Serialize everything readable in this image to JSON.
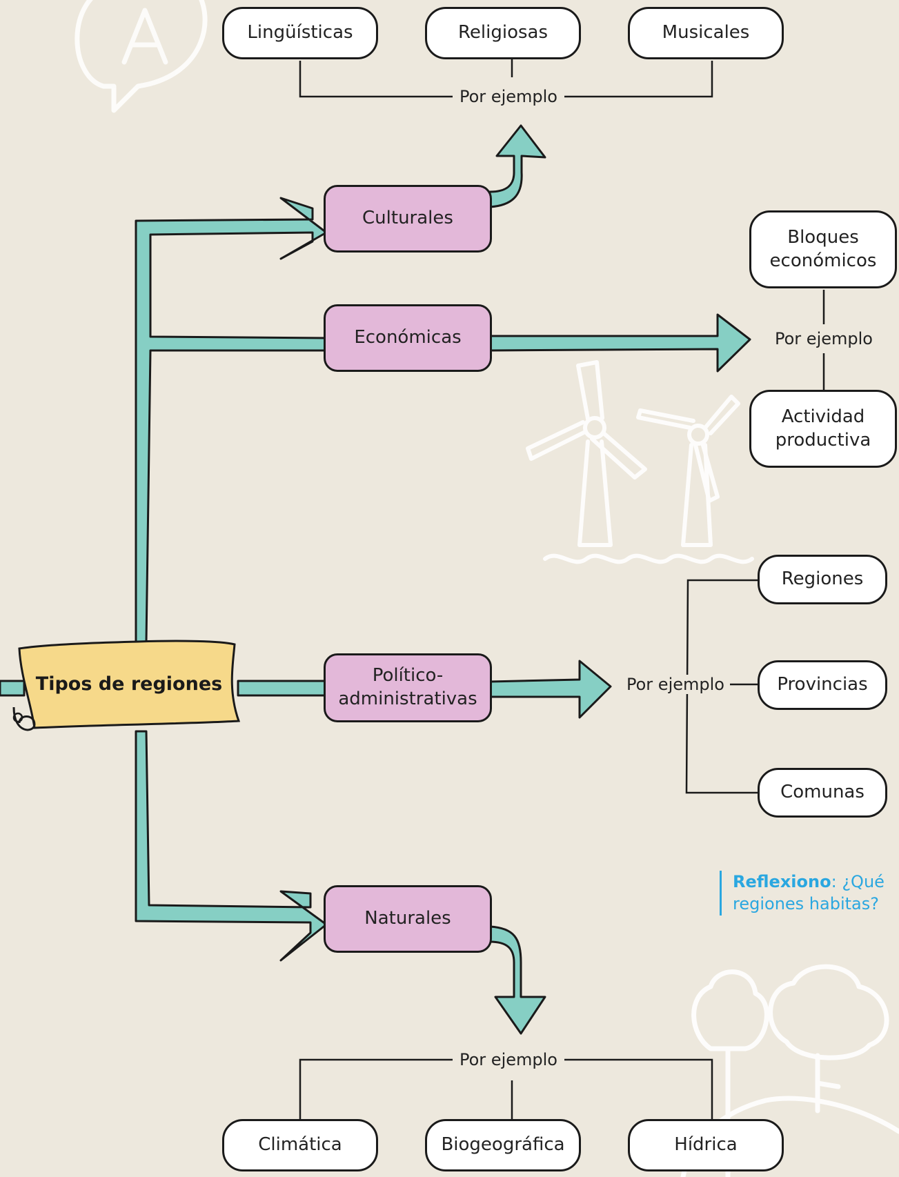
{
  "title": "Tipos de regiones",
  "example_label": "Por ejemplo",
  "categories": {
    "culturales": "Culturales",
    "economicas": "Económicas",
    "politico_line1": "Político-",
    "politico_line2": "administrativas",
    "naturales": "Naturales"
  },
  "culturales_examples": [
    "Lingüísticas",
    "Religiosas",
    "Musicales"
  ],
  "economicas_examples": {
    "first_line1": "Bloques",
    "first_line2": "económicos",
    "second_line1": "Actividad",
    "second_line2": "productiva"
  },
  "politico_examples": [
    "Regiones",
    "Provincias",
    "Comunas"
  ],
  "naturales_examples": [
    "Climática",
    "Biogeográfica",
    "Hídrica"
  ],
  "reflect": {
    "label": "Reflexiono",
    "separator": ":",
    "line1": " ¿Qué",
    "line2": "regiones habitas?"
  },
  "colors": {
    "background": "#ede8dd",
    "arrow": "#86cfc4",
    "category": "#e3b8d9",
    "title_scroll": "#f6d98a",
    "reflect": "#2aa7e0"
  },
  "decorations": [
    "speech-bubble-a-icon",
    "wind-turbines-icon",
    "trees-landscape-icon"
  ]
}
